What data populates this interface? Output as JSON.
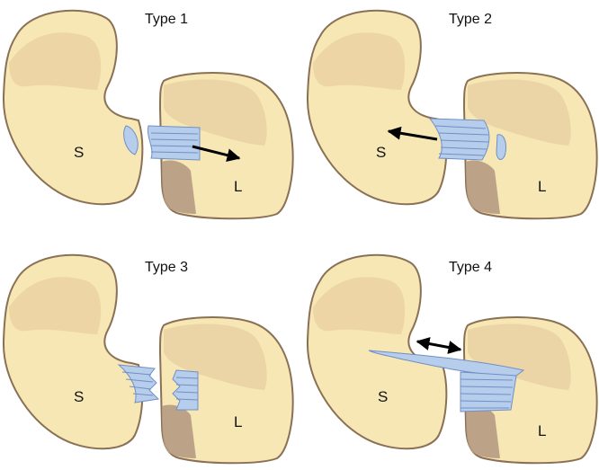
{
  "figure": {
    "panels": [
      {
        "title": "Type 1",
        "label_s": "S",
        "label_l": "L",
        "arrow": "right",
        "tear": "avulsion-medial"
      },
      {
        "title": "Type 2",
        "label_s": "S",
        "label_l": "L",
        "arrow": "left",
        "tear": "avulsion-lateral"
      },
      {
        "title": "Type 3",
        "label_s": "S",
        "label_l": "L",
        "arrow": "none",
        "tear": "midsubstance"
      },
      {
        "title": "Type 4",
        "label_s": "S",
        "label_l": "L",
        "arrow": "both",
        "tear": "stretch"
      }
    ],
    "colors": {
      "bone_fill": "#f6e7b5",
      "bone_shade": "#e9cfa2",
      "bone_edge": "#8a7156",
      "cortex_shadow": "#b69b83",
      "ligament_fill": "#b7cdec",
      "ligament_line": "#6f8fc6",
      "arrow": "#000000"
    }
  }
}
